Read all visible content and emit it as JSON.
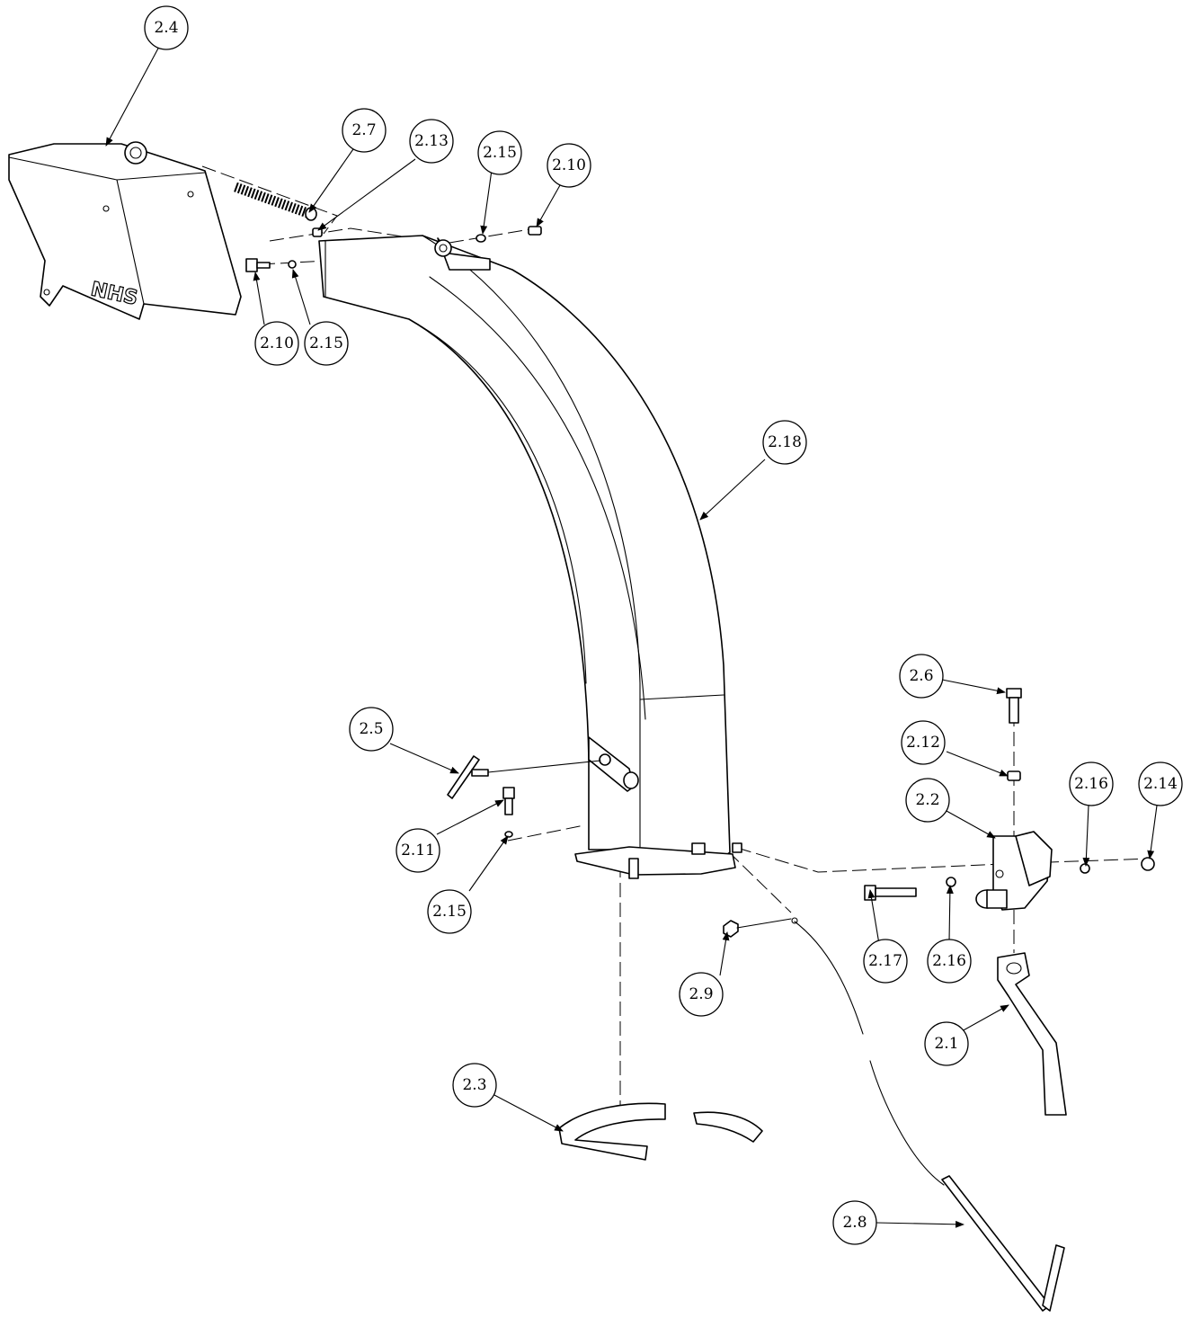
{
  "logo_text": "NHS",
  "callouts": [
    {
      "id": "c-2-4",
      "label": "2.4"
    },
    {
      "id": "c-2-7",
      "label": "2.7"
    },
    {
      "id": "c-2-13",
      "label": "2.13"
    },
    {
      "id": "c-2-15a",
      "label": "2.15"
    },
    {
      "id": "c-2-10a",
      "label": "2.10"
    },
    {
      "id": "c-2-10b",
      "label": "2.10"
    },
    {
      "id": "c-2-15b",
      "label": "2.15"
    },
    {
      "id": "c-2-18",
      "label": "2.18"
    },
    {
      "id": "c-2-6",
      "label": "2.6"
    },
    {
      "id": "c-2-12",
      "label": "2.12"
    },
    {
      "id": "c-2-5",
      "label": "2.5"
    },
    {
      "id": "c-2-2",
      "label": "2.2"
    },
    {
      "id": "c-2-16a",
      "label": "2.16"
    },
    {
      "id": "c-2-14",
      "label": "2.14"
    },
    {
      "id": "c-2-11",
      "label": "2.11"
    },
    {
      "id": "c-2-15c",
      "label": "2.15"
    },
    {
      "id": "c-2-17",
      "label": "2.17"
    },
    {
      "id": "c-2-16b",
      "label": "2.16"
    },
    {
      "id": "c-2-9",
      "label": "2.9"
    },
    {
      "id": "c-2-1",
      "label": "2.1"
    },
    {
      "id": "c-2-3",
      "label": "2.3"
    },
    {
      "id": "c-2-8",
      "label": "2.8"
    }
  ]
}
